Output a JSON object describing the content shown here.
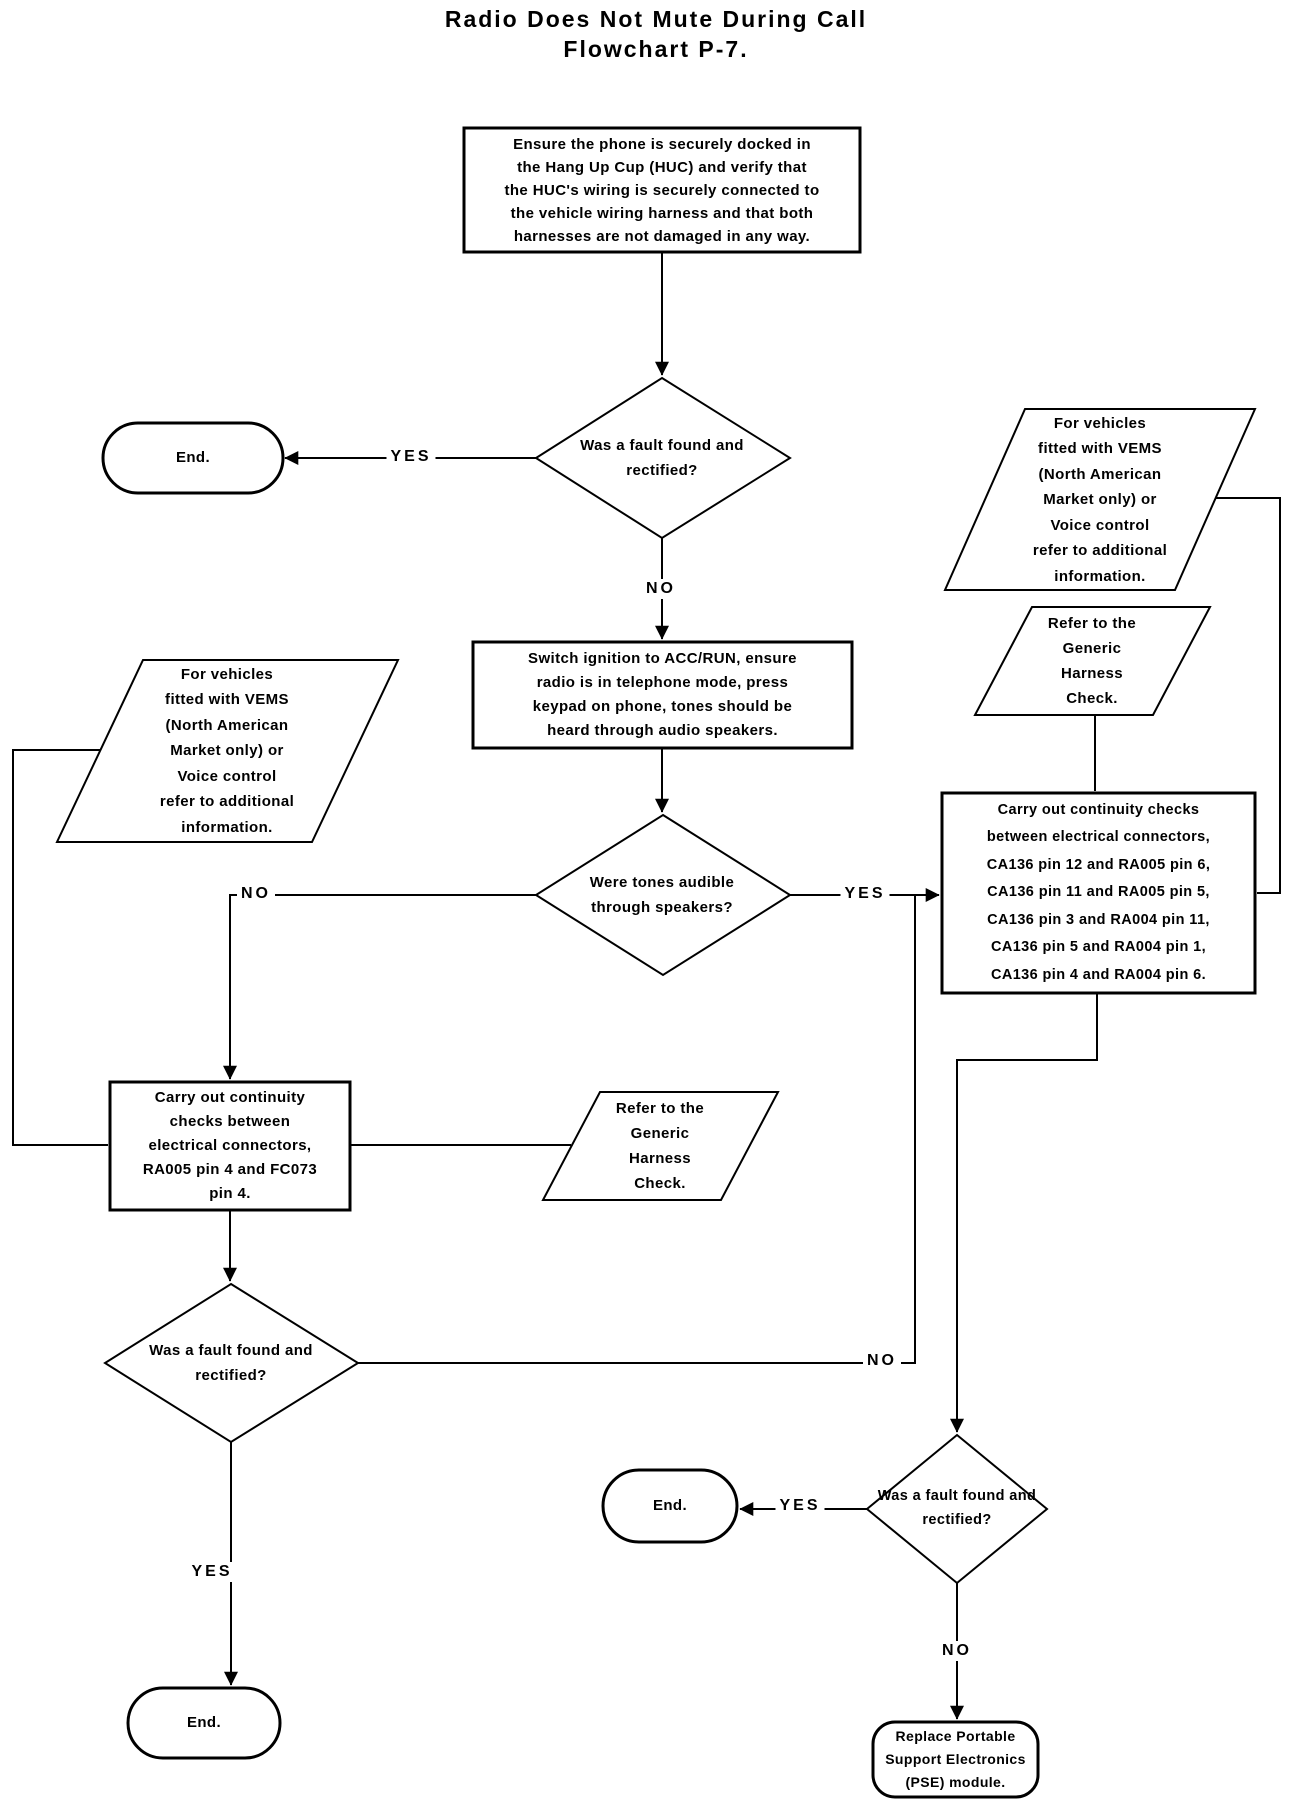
{
  "title": {
    "line1": "Radio Does Not Mute During Call",
    "line2": "Flowchart P-7."
  },
  "colors": {
    "ink": "#000000",
    "background": "#ffffff"
  },
  "nodes": {
    "ensure_docked": {
      "type": "process",
      "text": "Ensure the phone is securely docked in\nthe Hang Up Cup (HUC) and verify that\nthe HUC's wiring is securely connected to\nthe vehicle wiring harness and that both\nharnesses are not damaged in any way."
    },
    "fault_rectified_top": {
      "type": "decision",
      "text": "Was a fault found and\nrectified?"
    },
    "end_top": {
      "type": "terminator",
      "text": "End."
    },
    "switch_ignition": {
      "type": "process",
      "text": "Switch ignition to ACC/RUN, ensure\nradio is in telephone mode, press\nkeypad on phone, tones should be\nheard through audio speakers."
    },
    "tones_audible": {
      "type": "decision",
      "text": "Were tones audible\nthrough speakers?"
    },
    "vems_info_left": {
      "type": "reference",
      "text": "For vehicles\nfitted with VEMS\n(North American\nMarket only)  or\nVoice control\nrefer to additional\ninformation."
    },
    "vems_info_right": {
      "type": "reference",
      "text": "For vehicles\nfitted with VEMS\n(North American\nMarket only)  or\nVoice control\nrefer to additional\ninformation."
    },
    "generic_harness_right": {
      "type": "reference",
      "text": "Refer to the\nGeneric\nHarness\nCheck."
    },
    "generic_harness_mid": {
      "type": "reference",
      "text": "Refer to the\nGeneric\nHarness\nCheck."
    },
    "continuity_multi": {
      "type": "process",
      "text": "Carry out continuity checks\nbetween electrical connectors,\nCA136 pin 12 and RA005 pin 6,\nCA136 pin 11 and RA005 pin 5,\nCA136 pin 3 and RA004 pin 11,\nCA136 pin 5 and RA004 pin 1,\nCA136 pin 4 and RA004 pin 6."
    },
    "continuity_single": {
      "type": "process",
      "text": "Carry out continuity\nchecks between\nelectrical connectors,\nRA005 pin 4 and FC073\npin 4."
    },
    "fault_rectified_left": {
      "type": "decision",
      "text": "Was a fault found and\nrectified?"
    },
    "end_left": {
      "type": "terminator",
      "text": "End."
    },
    "fault_rectified_right": {
      "type": "decision",
      "text": "Was a fault found and\nrectified?"
    },
    "end_right": {
      "type": "terminator",
      "text": "End."
    },
    "replace_pse": {
      "type": "terminator",
      "text": "Replace Portable\nSupport Electronics\n(PSE) module."
    }
  },
  "edge_labels": {
    "top_yes": "YES",
    "top_no": "NO",
    "tones_no": "NO",
    "tones_yes": "YES",
    "left_yes": "YES",
    "left_no": "NO",
    "right_yes": "YES",
    "right_no": "NO"
  }
}
